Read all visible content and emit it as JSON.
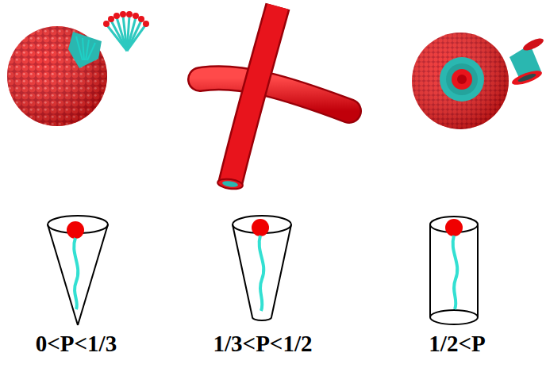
{
  "diagram": {
    "labels": [
      "0<P<1/3",
      "1/3<P<1/2",
      "1/2<P"
    ]
  }
}
